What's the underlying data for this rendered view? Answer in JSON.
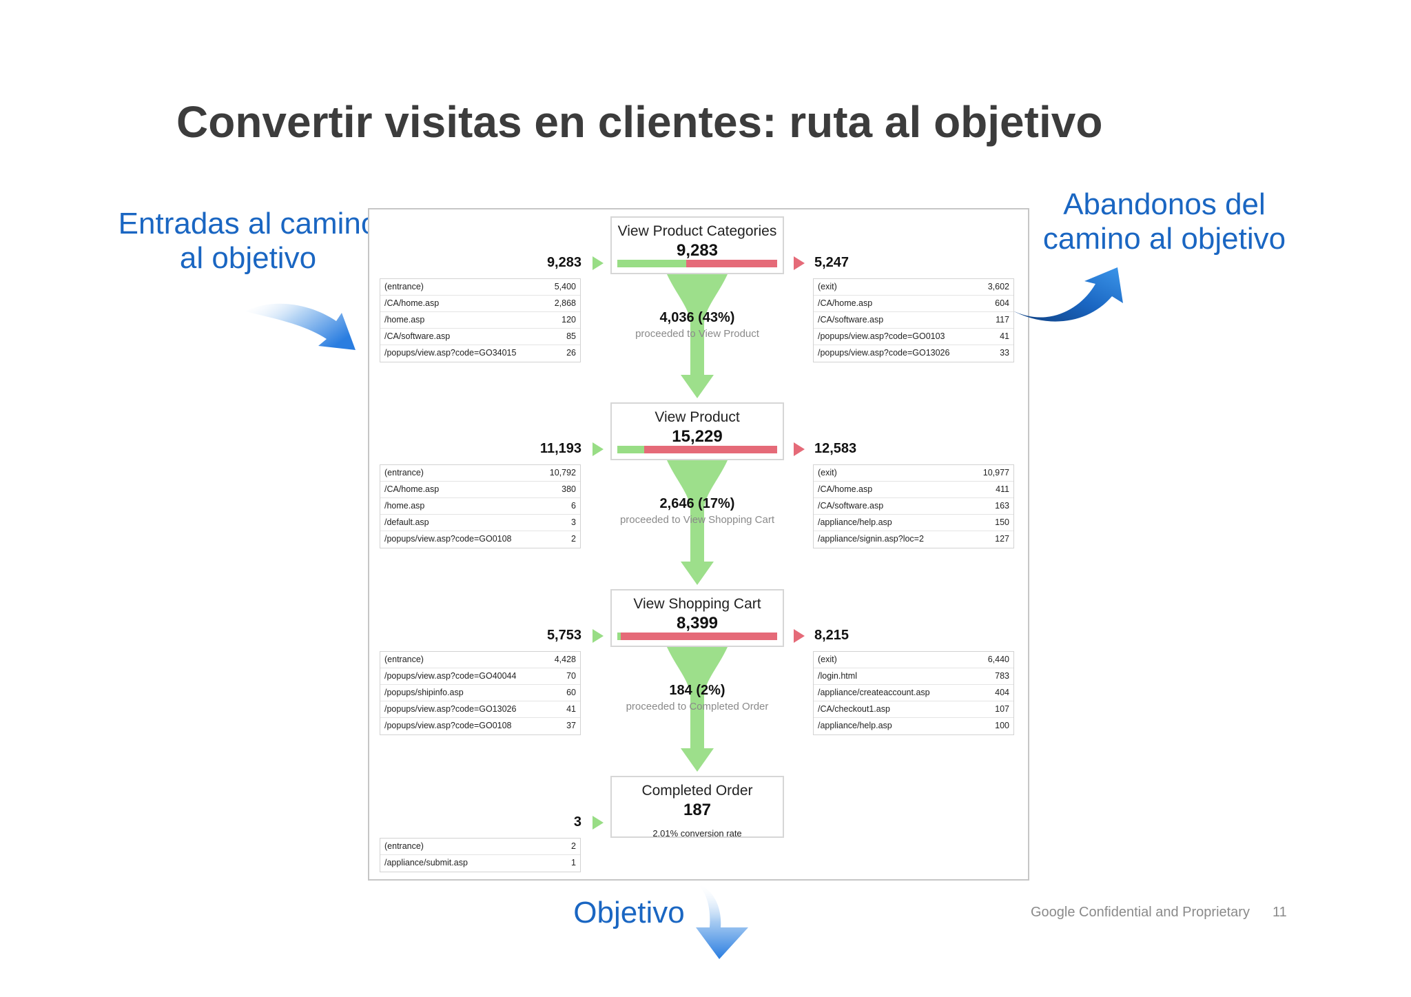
{
  "title": "Convertir visitas en clientes: ruta al objetivo",
  "labels": {
    "entries": "Entradas al camino\nal objetivo",
    "exits": "Abandonos del\ncamino al objetivo",
    "goal": "Objetivo"
  },
  "footer": {
    "confidential": "Google Confidential and Proprietary",
    "page": "11"
  },
  "colors": {
    "label_blue": "#1a66c2",
    "proceed_green": "#98dd85",
    "exit_red": "#e56a78",
    "title_gray": "#3c3c3c"
  },
  "stages": [
    {
      "name": "View Product Categories",
      "value": "9,283",
      "proceed_fraction": 0.43,
      "entries_total": "9,283",
      "entries": [
        {
          "page": "(entrance)",
          "count": "5,400"
        },
        {
          "page": "/CA/home.asp",
          "count": "2,868"
        },
        {
          "page": "/home.asp",
          "count": "120"
        },
        {
          "page": "/CA/software.asp",
          "count": "85"
        },
        {
          "page": "/popups/view.asp?code=GO34015",
          "count": "26"
        }
      ],
      "exits_total": "5,247",
      "exits": [
        {
          "page": "(exit)",
          "count": "3,602"
        },
        {
          "page": "/CA/home.asp",
          "count": "604"
        },
        {
          "page": "/CA/software.asp",
          "count": "117"
        },
        {
          "page": "/popups/view.asp?code=GO0103",
          "count": "41"
        },
        {
          "page": "/popups/view.asp?code=GO13026",
          "count": "33"
        }
      ],
      "proceeded": "4,036 (43%)",
      "proceeded_label": "proceeded to View Product"
    },
    {
      "name": "View Product",
      "value": "15,229",
      "proceed_fraction": 0.17,
      "entries_total": "11,193",
      "entries": [
        {
          "page": "(entrance)",
          "count": "10,792"
        },
        {
          "page": "/CA/home.asp",
          "count": "380"
        },
        {
          "page": "/home.asp",
          "count": "6"
        },
        {
          "page": "/default.asp",
          "count": "3"
        },
        {
          "page": "/popups/view.asp?code=GO0108",
          "count": "2"
        }
      ],
      "exits_total": "12,583",
      "exits": [
        {
          "page": "(exit)",
          "count": "10,977"
        },
        {
          "page": "/CA/home.asp",
          "count": "411"
        },
        {
          "page": "/CA/software.asp",
          "count": "163"
        },
        {
          "page": "/appliance/help.asp",
          "count": "150"
        },
        {
          "page": "/appliance/signin.asp?loc=2",
          "count": "127"
        }
      ],
      "proceeded": "2,646 (17%)",
      "proceeded_label": "proceeded to View Shopping Cart"
    },
    {
      "name": "View Shopping Cart",
      "value": "8,399",
      "proceed_fraction": 0.02,
      "entries_total": "5,753",
      "entries": [
        {
          "page": "(entrance)",
          "count": "4,428"
        },
        {
          "page": "/popups/view.asp?code=GO40044",
          "count": "70"
        },
        {
          "page": "/popups/shipinfo.asp",
          "count": "60"
        },
        {
          "page": "/popups/view.asp?code=GO13026",
          "count": "41"
        },
        {
          "page": "/popups/view.asp?code=GO0108",
          "count": "37"
        }
      ],
      "exits_total": "8,215",
      "exits": [
        {
          "page": "(exit)",
          "count": "6,440"
        },
        {
          "page": "/login.html",
          "count": "783"
        },
        {
          "page": "/appliance/createaccount.asp",
          "count": "404"
        },
        {
          "page": "/CA/checkout1.asp",
          "count": "107"
        },
        {
          "page": "/appliance/help.asp",
          "count": "100"
        }
      ],
      "proceeded": "184 (2%)",
      "proceeded_label": "proceeded to Completed Order"
    },
    {
      "name": "Completed Order",
      "value": "187",
      "conversion": "2.01% conversion rate",
      "entries_total": "3",
      "entries": [
        {
          "page": "(entrance)",
          "count": "2"
        },
        {
          "page": "/appliance/submit.asp",
          "count": "1"
        }
      ]
    }
  ]
}
